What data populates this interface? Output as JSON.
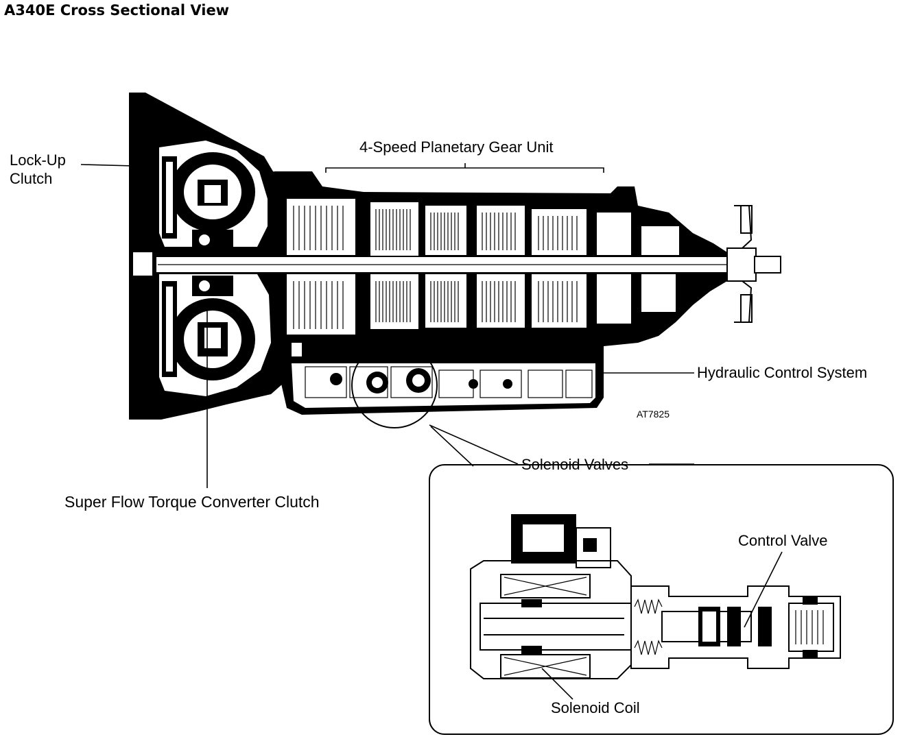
{
  "title": "A340E Cross Sectional View",
  "labels": {
    "lock_up_clutch_line1": "Lock-Up",
    "lock_up_clutch_line2": "Clutch",
    "planetary_gear_unit": "4-Speed Planetary Gear Unit",
    "hydraulic_control_system": "Hydraulic Control System",
    "figure_code": "AT7825",
    "solenoid_valves": "Solenoid Valves",
    "torque_converter_clutch": "Super Flow Torque Converter Clutch",
    "control_valve": "Control Valve",
    "solenoid_coil": "Solenoid Coil"
  }
}
